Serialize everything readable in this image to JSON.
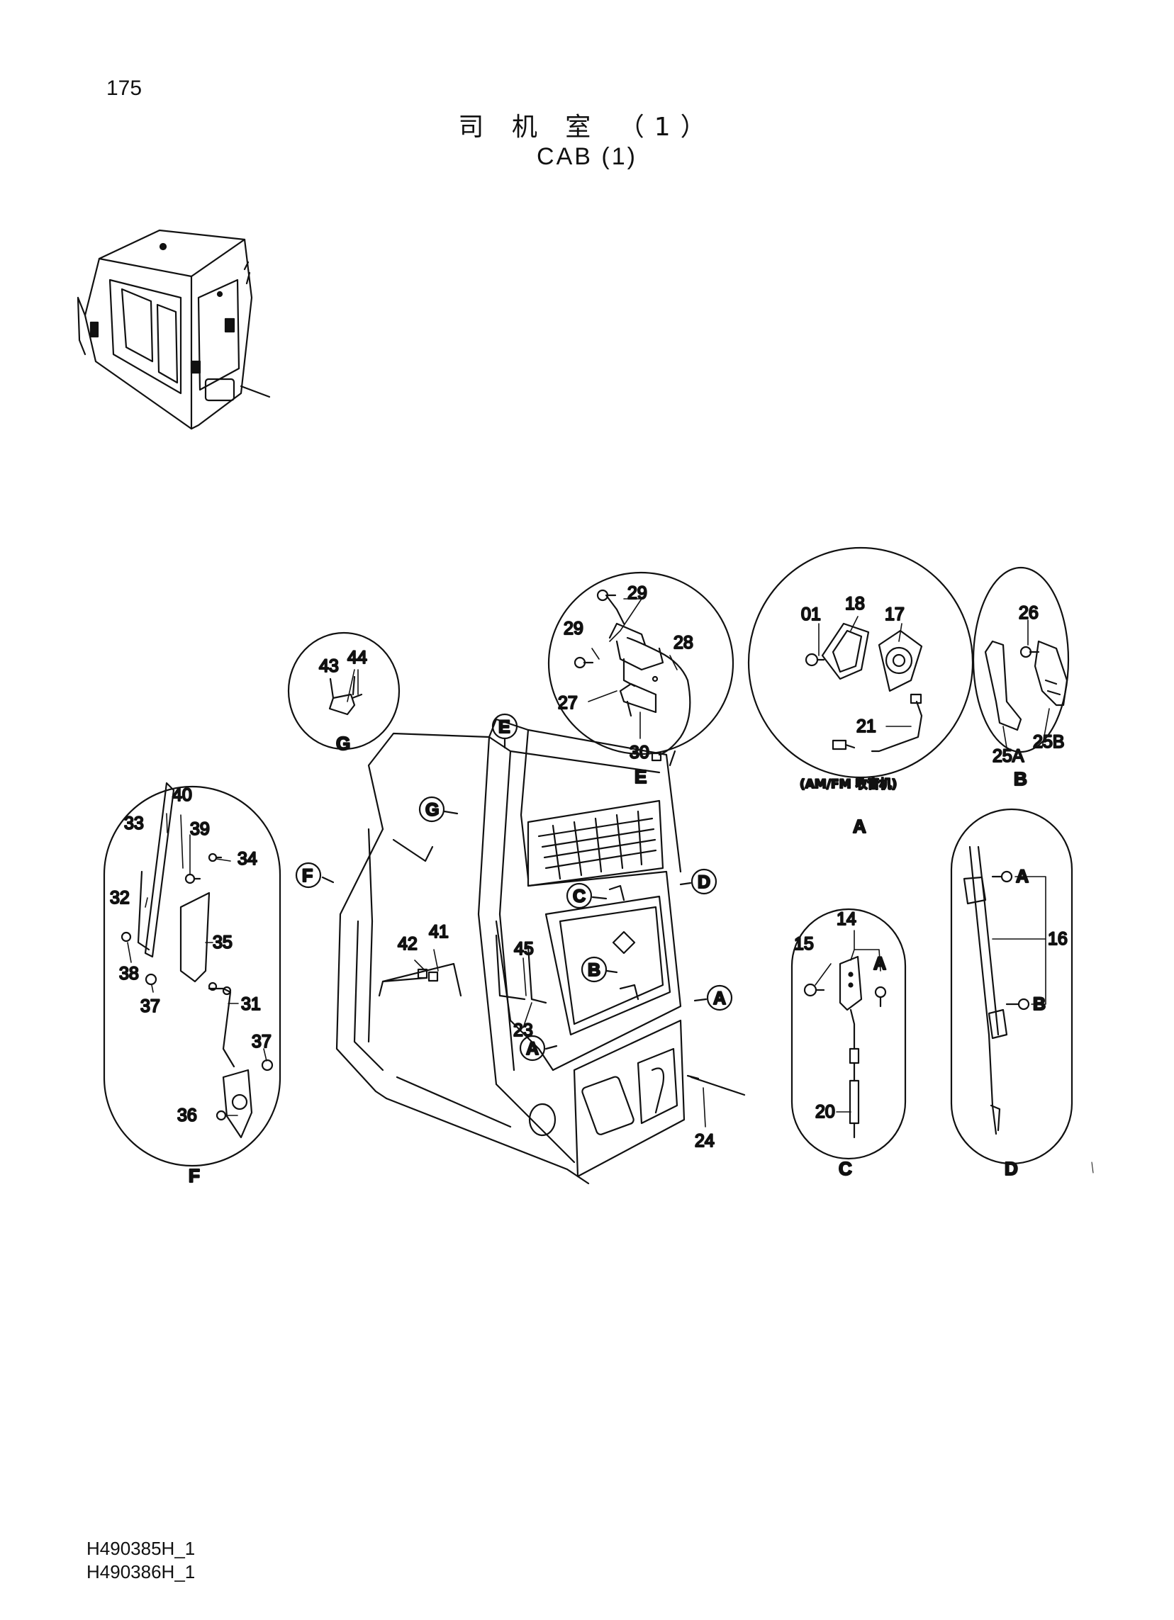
{
  "page_number": "175",
  "title_cn": "司 机 室 （1）",
  "title_en": "CAB (1)",
  "document_codes": [
    "H490385H_1",
    "H490386H_1"
  ],
  "radio_note": "(AM/FM 收音机)",
  "detail_captions": {
    "G": "G",
    "E": "E",
    "A": "A",
    "B": "B",
    "F": "F",
    "C": "C",
    "D": "D"
  },
  "callouts": {
    "E": "E",
    "G": "G",
    "F": "F",
    "C": "C",
    "D": "D",
    "B": "B",
    "A1": "A",
    "A2": "A",
    "A_in_C": "A",
    "A_in_D": "A",
    "B_in_D": "B"
  },
  "part_numbers": {
    "p43": "43",
    "p44": "44",
    "p29a": "29",
    "p29b": "29",
    "p28": "28",
    "p27": "27",
    "p30": "30",
    "p01": "01",
    "p18": "18",
    "p17": "17",
    "p21": "21",
    "p26": "26",
    "p25A": "25A",
    "p25B": "25B",
    "p40": "40",
    "p33": "33",
    "p39": "39",
    "p34": "34",
    "p32": "32",
    "p35": "35",
    "p38": "38",
    "p37a": "37",
    "p31": "31",
    "p37b": "37",
    "p36": "36",
    "p42": "42",
    "p41": "41",
    "p45": "45",
    "p23": "23",
    "p24": "24",
    "p14": "14",
    "p15": "15",
    "p20": "20",
    "p16": "16"
  }
}
